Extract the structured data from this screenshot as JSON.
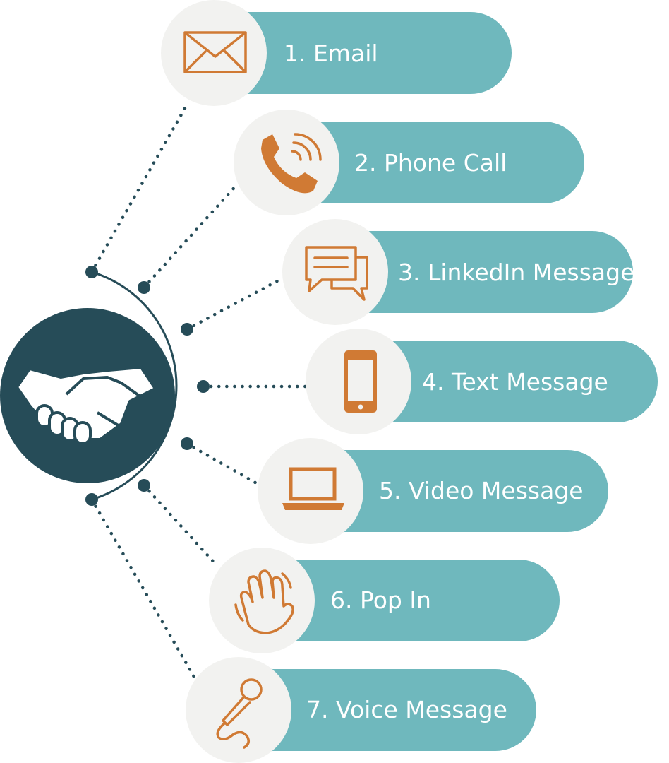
{
  "colors": {
    "pill": "#6fb8bd",
    "icon_bg": "#f2f2f0",
    "icon": "#d07a34",
    "hub": "#264c58",
    "connector": "#264c58",
    "hub_icon": "#ffffff"
  },
  "hub": {
    "icon": "handshake-icon"
  },
  "channels": [
    {
      "label": "1. Email",
      "icon": "envelope-icon"
    },
    {
      "label": "2. Phone Call",
      "icon": "phone-icon"
    },
    {
      "label": "3. LinkedIn Message",
      "icon": "chat-bubbles-icon"
    },
    {
      "label": "4. Text Message",
      "icon": "smartphone-icon"
    },
    {
      "label": "5. Video Message",
      "icon": "laptop-icon"
    },
    {
      "label": "6. Pop In",
      "icon": "waving-hand-icon"
    },
    {
      "label": "7. Voice Message",
      "icon": "microphone-icon"
    }
  ]
}
